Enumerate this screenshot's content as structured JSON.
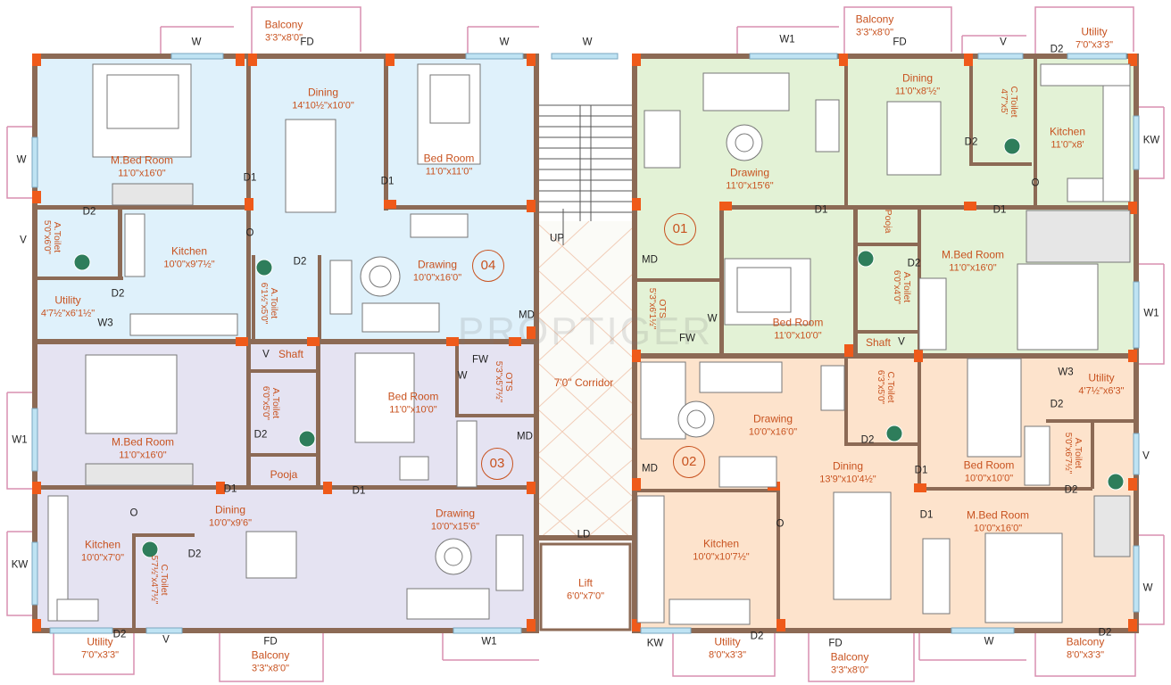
{
  "watermark": "PROPTIGER",
  "colors": {
    "unit04": "#dff1fb",
    "unit03": "#e5e3f2",
    "unit01": "#e3f2d6",
    "unit02": "#fde3cc",
    "wall": "#8c6a55",
    "accent": "#c8521f",
    "outline": "#d98fb0",
    "window": "#bfe3f3"
  },
  "units": {
    "u04": "04",
    "u03": "03",
    "u01": "01",
    "u02": "02"
  },
  "rooms": {
    "u04_mbed": {
      "name": "M.Bed Room",
      "dim": "11'0\"x16'0\""
    },
    "u04_dining": {
      "name": "Dining",
      "dim": "14'10½\"x10'0\""
    },
    "u04_bed": {
      "name": "Bed Room",
      "dim": "11'0\"x11'0\""
    },
    "u04_kitchen": {
      "name": "Kitchen",
      "dim": "10'0\"x9'7½\""
    },
    "u04_drawing": {
      "name": "Drawing",
      "dim": "10'0\"x16'0\""
    },
    "u04_atoilet1": {
      "name": "A.Toilet",
      "dim": "5'0\"x6'0\""
    },
    "u04_utility": {
      "name": "Utility",
      "dim": "4'7½\"x6'1½\""
    },
    "u04_atoilet2": {
      "name": "A.Toilet",
      "dim": "6'1½\"x5'0\""
    },
    "u03_mbed": {
      "name": "M.Bed Room",
      "dim": "11'0\"x16'0\""
    },
    "u03_atoilet": {
      "name": "A.Toilet",
      "dim": "6'0\"x5'0\""
    },
    "u03_bed": {
      "name": "Bed Room",
      "dim": "11'0\"x10'0\""
    },
    "u03_ots": {
      "name": "OTS",
      "dim": "5'3\"x5'7½\""
    },
    "u03_kitchen": {
      "name": "Kitchen",
      "dim": "10'0\"x7'0\""
    },
    "u03_dining": {
      "name": "Dining",
      "dim": "10'0\"x9'6\""
    },
    "u03_drawing": {
      "name": "Drawing",
      "dim": "10'0\"x15'6\""
    },
    "u03_ctoilet": {
      "name": "C.Toilet",
      "dim": "5'7½\"x4'7½\""
    },
    "u03_pooja": {
      "name": "Pooja"
    },
    "u03_shaft": {
      "name": "Shaft"
    },
    "u01_drawing": {
      "name": "Drawing",
      "dim": "11'0\"x15'6\""
    },
    "u01_dining": {
      "name": "Dining",
      "dim": "11'0\"x8'½\""
    },
    "u01_kitchen": {
      "name": "Kitchen",
      "dim": "11'0\"x8'"
    },
    "u01_ctoilet": {
      "name": "C.Toilet",
      "dim": "4'7\"x5'"
    },
    "u01_mbed": {
      "name": "M.Bed Room",
      "dim": "11'0\"x16'0\""
    },
    "u01_bed": {
      "name": "Bed Room",
      "dim": "11'0\"x10'0\""
    },
    "u01_atoilet": {
      "name": "A.Toilet",
      "dim": "6'0\"x4'0\""
    },
    "u01_ots": {
      "name": "OTS",
      "dim": "5'3\"x6'1½\""
    },
    "u01_pooja": {
      "name": "Pooja"
    },
    "u01_shaft": {
      "name": "Shaft"
    },
    "u02_drawing": {
      "name": "Drawing",
      "dim": "10'0\"x16'0\""
    },
    "u02_dining": {
      "name": "Dining",
      "dim": "13'9\"x10'4½\""
    },
    "u02_bed": {
      "name": "Bed Room",
      "dim": "10'0\"x10'0\""
    },
    "u02_mbed": {
      "name": "M.Bed Room",
      "dim": "10'0\"x16'0\""
    },
    "u02_kitchen": {
      "name": "Kitchen",
      "dim": "10'0\"x10'7½\""
    },
    "u02_utility": {
      "name": "Utility",
      "dim": "4'7½\"x6'3\""
    },
    "u02_atoilet": {
      "name": "A.Toilet",
      "dim": "5'0\"x6'7½\""
    },
    "u02_ctoilet": {
      "name": "C.Toilet",
      "dim": "6'3\"x5'0\""
    },
    "corridor": {
      "name": "7'0\" Corridor"
    },
    "lift": {
      "name": "Lift",
      "dim": "6'0\"x7'0\""
    }
  },
  "balconies": {
    "top_left": {
      "name": "Balcony",
      "dim": "3'3\"x8'0\""
    },
    "top_right": {
      "name": "Balcony",
      "dim": "3'3\"x8'0\""
    },
    "top_utility": {
      "name": "Utility",
      "dim": "7'0\"x3'3\""
    },
    "bot_utility_l": {
      "name": "Utility",
      "dim": "7'0\"x3'3\""
    },
    "bot_balcony_l": {
      "name": "Balcony",
      "dim": "3'3\"x8'0\""
    },
    "bot_utility_r": {
      "name": "Utility",
      "dim": "8'0\"x3'3\""
    },
    "bot_balcony_m": {
      "name": "Balcony",
      "dim": "3'3\"x8'0\""
    },
    "bot_balcony_r": {
      "name": "Balcony",
      "dim": "8'0\"x3'3\""
    }
  },
  "tags": {
    "W": "W",
    "W1": "W1",
    "W3": "W3",
    "KW": "KW",
    "V": "V",
    "FD": "FD",
    "D1": "D1",
    "D2": "D2",
    "MD": "MD",
    "LD": "LD",
    "FW": "FW",
    "UP": "UP",
    "O": "O"
  }
}
